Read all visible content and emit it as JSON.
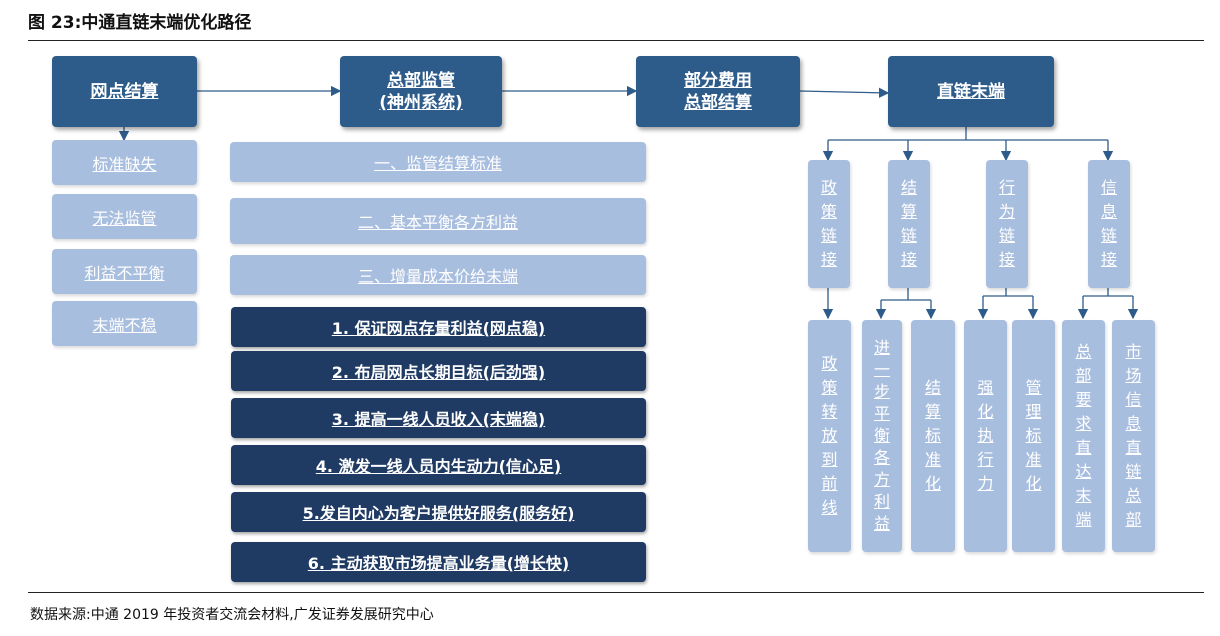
{
  "title": "图 23:中通直链末端优化路径",
  "source": "数据来源:中通 2019 年投资者交流会材料,广发证券发展研究中心",
  "top_row": [
    "网点结算",
    "总部监管\n(神州系统)",
    "部分费用\n总部结算",
    "直链末端"
  ],
  "left_issues": [
    "标准缺失",
    "无法监管",
    "利益不平衡",
    "末端不稳"
  ],
  "standards": [
    "一、监管结算标准",
    "二、基本平衡各方利益",
    "三、增量成本价给末端"
  ],
  "measures": [
    "1. 保证网点存量利益(网点稳)",
    "2. 布局网点长期目标(后劲强)",
    "3. 提高一线人员收入(末端稳)",
    "4. 激发一线人员内生动力(信心足)",
    "5.发自内心为客户提供好服务(服务好)",
    "6. 主动获取市场提高业务量(增长快)"
  ],
  "links": [
    "政策链接",
    "结算链接",
    "行为链接",
    "信息链接"
  ],
  "outcomes": [
    "政策转放到前线",
    "进一步平衡各方利益",
    "结算标准化",
    "强化执行力",
    "管理标准化",
    "总部要求直达末端",
    "市场信息直链总部"
  ]
}
